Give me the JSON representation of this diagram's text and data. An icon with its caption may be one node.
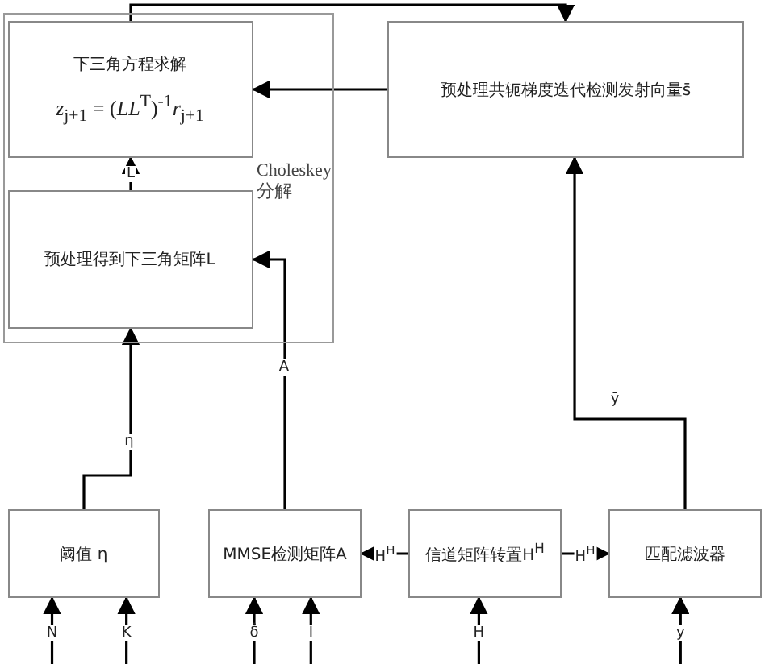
{
  "diagram": {
    "nodes": [
      {
        "text": [
          "Choleskey 分解"
        ]
      },
      {
        "text": [
          "下三角方程求解",
          "*z*$_{j+1}$ = (*LL*$^{T}$)$^{-1}$*r*$_{j+1}$"
        ],
        "in": 0
      },
      {
        "text": [
          "预处理得到下三角矩阵L"
        ],
        "in": 0
      },
      {
        "text": [
          "预处理共轭梯度迭代检测发射向量s̄"
        ]
      },
      {
        "text": [
          "阈值 η"
        ]
      },
      {
        "text": [
          "MMSE检测矩阵A"
        ]
      },
      {
        "text": [
          "信道矩阵转置H$^{H}$"
        ]
      },
      {
        "text": [
          "匹配滤波器"
        ]
      }
    ],
    "edges": [
      {
        "from": 2,
        "to": 1,
        "arrow": "to",
        "label": "L"
      },
      {
        "from": 4,
        "to": 2,
        "arrow": "to",
        "label": "η"
      },
      {
        "from": 5,
        "to": 2,
        "arrow": "to",
        "label": "A"
      },
      {
        "from": 7,
        "to": 3,
        "arrow": "to",
        "label": "ȳ"
      },
      {
        "from": 3,
        "to": 1,
        "arrow": "to"
      },
      {
        "from": 1,
        "to": 3,
        "arrow": "to"
      },
      {
        "from": 6,
        "to": 7,
        "arrow": "to",
        "label": "H$^{H}$"
      },
      {
        "from": 6,
        "to": 5,
        "arrow": "to",
        "label": "H$^{H}$"
      },
      {
        "from": null,
        "to": 4,
        "arrow": "to",
        "label": "N"
      },
      {
        "from": null,
        "to": 4,
        "arrow": "to",
        "label": "K"
      },
      {
        "from": null,
        "to": 5,
        "arrow": "to",
        "label": "δ̂"
      },
      {
        "from": null,
        "to": 5,
        "arrow": "to",
        "label": "I"
      },
      {
        "from": null,
        "to": 6,
        "arrow": "to",
        "label": "H"
      },
      {
        "from": null,
        "to": 7,
        "arrow": "to",
        "label": "y"
      }
    ]
  }
}
